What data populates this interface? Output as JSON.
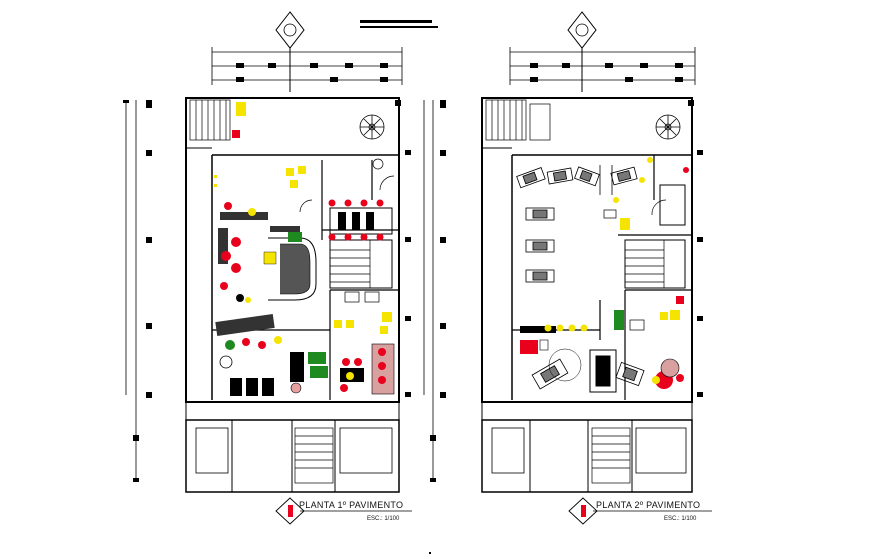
{
  "drawing": {
    "plans": [
      {
        "title": "PLANTA 1º PAVIMENTO",
        "scale": "ESC.: 1/100"
      },
      {
        "title": "PLANTA 2º PAVIMENTO",
        "scale": "ESC.: 1/100"
      }
    ],
    "colors": {
      "background": "#ffffff",
      "wall": "#000000",
      "furniture_red": "#e8001c",
      "furniture_yellow": "#f5e400",
      "furniture_green": "#1f8a1f",
      "fill_gray": "#7a7a7a"
    }
  }
}
